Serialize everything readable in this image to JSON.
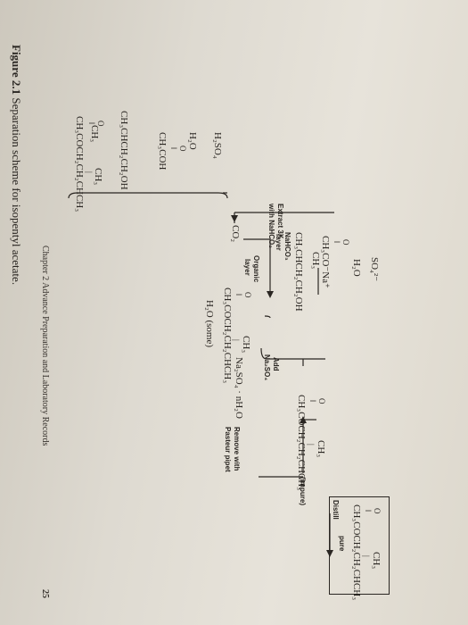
{
  "header": {
    "running_head": "Chapter 2  Advance Preparation and Laboratory Records",
    "page_number": "25"
  },
  "mixture": {
    "methyl_label": "CH₃",
    "ester": "CH₃COCH₂CH₂CHCH₃",
    "alcohol_methyl": "CH₃",
    "alcohol": "CH₃CHCH₂CH₂OH",
    "acid": "CH₃COH",
    "water": "H₂O",
    "sulfuric": "H₂SO₄"
  },
  "step1": {
    "label_line1": "Extract 3X",
    "label_line2": "with NaHCO₃"
  },
  "co2": "CO₂",
  "organic": {
    "label_line1": "Organic",
    "label_line2": "layer",
    "methyl_label": "CH₃",
    "ester": "CH₃COCH₂CH₂CHCH₃",
    "water": "H₂O (some)"
  },
  "aqueous": {
    "label_line1": "NaHCO₃",
    "label_line2": "layer",
    "methyl_label": "CH₃",
    "alcohol": "CH₃CHCH₂CH₂OH",
    "acetate": "CH₃CO⁻Na⁺",
    "water": "H₂O",
    "sulfate": "SO₄²⁻"
  },
  "step2": {
    "label_line1": "Add",
    "label_line2": "Na₂SO₄"
  },
  "hydrate": "Na₂SO₄ · nH₂O",
  "step3": {
    "label_line1": "Remove with",
    "label_line2": "Pasteur pipet"
  },
  "impure": {
    "methyl_label": "CH₃",
    "ester": "CH₃COCH₂CH₂CHCH₃",
    "note": "(impure)"
  },
  "step4": {
    "label": "Distill"
  },
  "pure": {
    "methyl_label": "CH₃",
    "ester": "CH₃COCH₂CH₂CHCH₃",
    "label": "pure"
  },
  "bond_glyphs": {
    "carbonyl": "O",
    "double": "‖",
    "single": "|"
  },
  "caption": {
    "figure_number": "Figure 2.1",
    "text": "Separation scheme for isopentyl acetate."
  }
}
